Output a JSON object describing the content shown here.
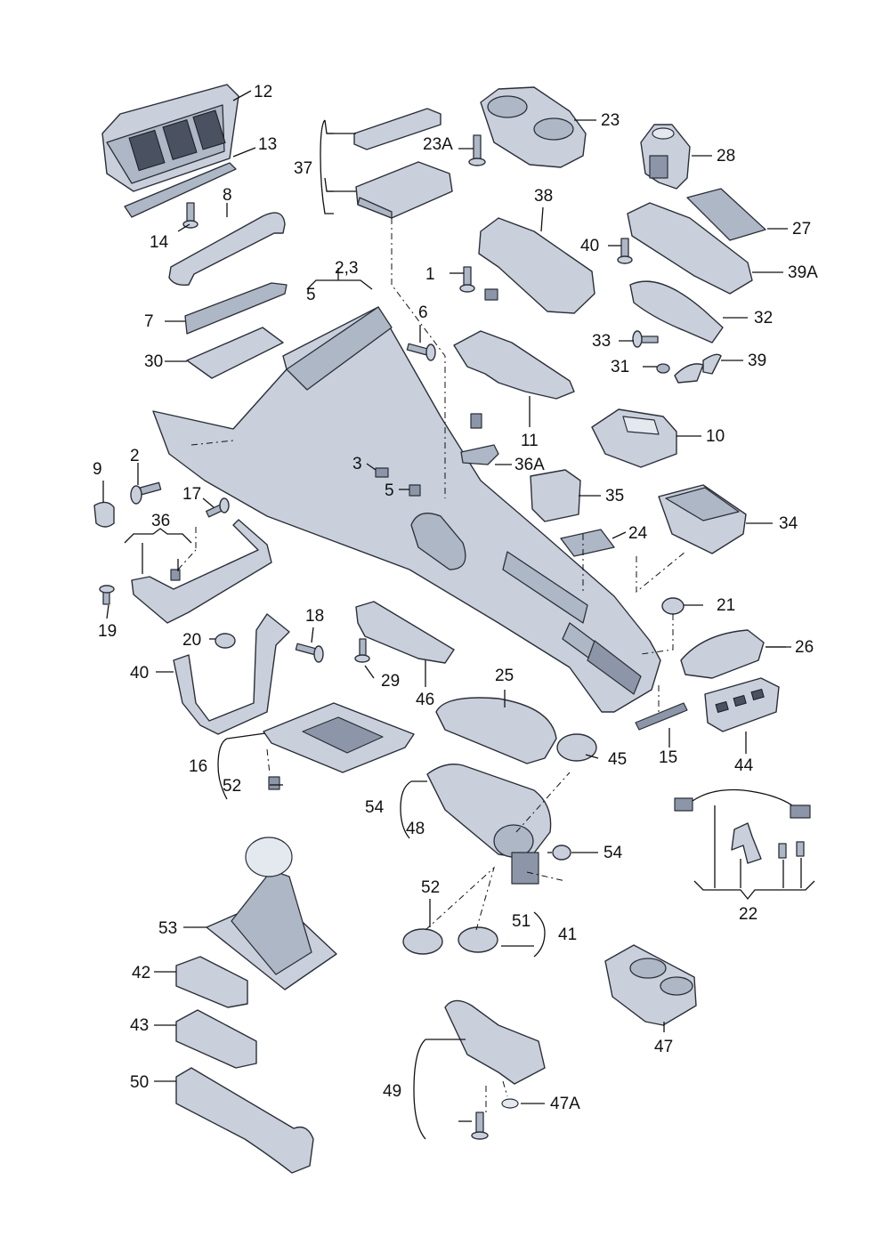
{
  "labels": [
    "12",
    "13",
    "8",
    "14",
    "37",
    "23A",
    "23",
    "28",
    "27",
    "39A",
    "38",
    "40",
    "1",
    "2,3",
    "5",
    "6",
    "7",
    "30",
    "32",
    "33",
    "31",
    "39",
    "11",
    "36A",
    "10",
    "9",
    "2",
    "3",
    "5",
    "17",
    "36",
    "35",
    "34",
    "24",
    "21",
    "19",
    "20",
    "18",
    "40",
    "29",
    "46",
    "25",
    "26",
    "44",
    "15",
    "16",
    "52",
    "45",
    "54",
    "48",
    "54",
    "22",
    "53",
    "52",
    "51",
    "41",
    "42",
    "43",
    "50",
    "47",
    "49",
    "47A"
  ]
}
